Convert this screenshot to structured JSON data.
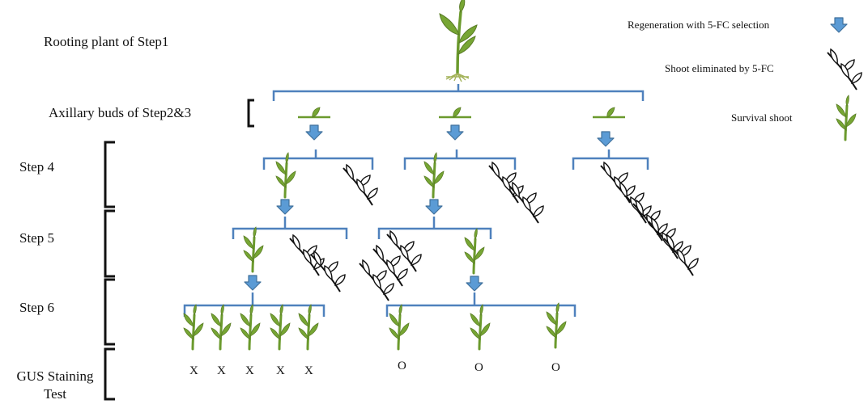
{
  "labels": {
    "rooting": "Rooting plant of Step1",
    "axillary": "Axillary buds of Step2&3",
    "step4": "Step 4",
    "step5": "Step 5",
    "step6": "Step 6",
    "gus_line1": "GUS Staining",
    "gus_line2": "Test"
  },
  "legend": {
    "regeneration": "Regeneration with 5-FC selection",
    "eliminated": "Shoot eliminated by 5-FC",
    "survival": "Survival shoot"
  },
  "results": {
    "left": [
      "X",
      "X",
      "X",
      "X",
      "X"
    ],
    "right": [
      "O",
      "O",
      "O"
    ]
  },
  "icons": {
    "arrow": "down-arrow-icon",
    "eliminated": "white-shoot-icon",
    "survival": "green-shoot-icon",
    "root_plant": "rooted-plant-icon",
    "bud": "axillary-bud-icon"
  },
  "colors": {
    "bracket": "#4f81bd",
    "arrow_fill": "#5b9bd5",
    "leaf_green": "#77a634",
    "leaf_outline": "#5a7d26",
    "stem_green": "#6b9a2d",
    "white_leaf": "#ffffff",
    "black_outline": "#111111"
  }
}
